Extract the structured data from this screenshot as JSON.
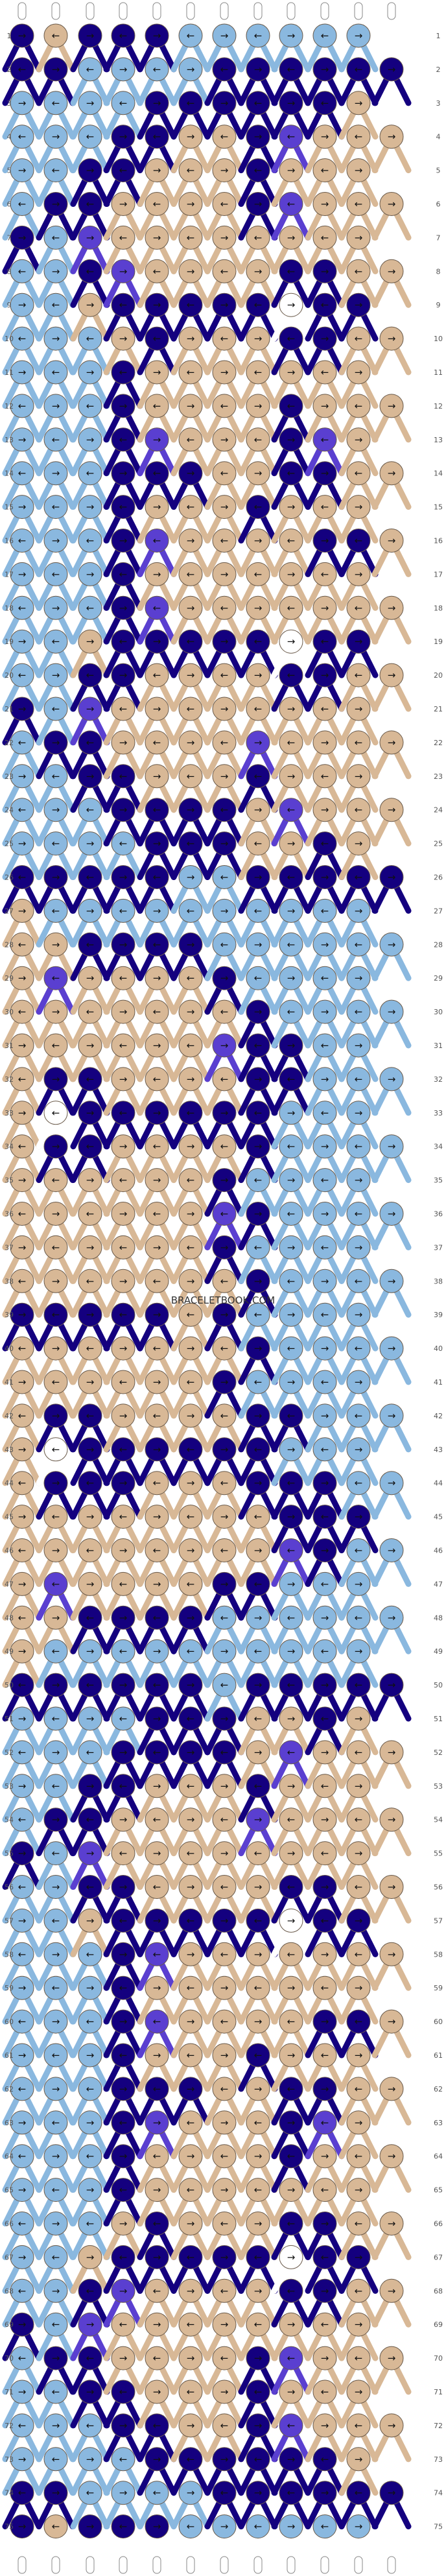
{
  "watermark": "BRACELETBOOK.COM",
  "pattern": {
    "type": "alpha-style friendship bracelet pattern",
    "strings": 12,
    "knot_rows": 75,
    "colors": {
      "tan": "#d8b896",
      "light_blue": "#8ab8df",
      "navy": "#14007f",
      "violet": "#5a3fd0",
      "white": "#ffffff"
    },
    "string_colors_top": [
      "tan",
      "navy",
      "tan",
      "navy",
      "navy",
      "navy",
      "light_blue",
      "light_blue",
      "light_blue",
      "light_blue",
      "light_blue",
      "light_blue"
    ],
    "row_labels": [
      "1",
      "2",
      "3",
      "4",
      "5",
      "6",
      "7",
      "8",
      "9",
      "10",
      "11",
      "12",
      "13",
      "14",
      "15",
      "16",
      "17",
      "18",
      "19",
      "20",
      "21",
      "22",
      "23",
      "24",
      "25",
      "26",
      "27",
      "28",
      "29",
      "30",
      "31",
      "32",
      "33",
      "34",
      "35",
      "36",
      "37",
      "38",
      "39",
      "40",
      "41",
      "42",
      "43",
      "44",
      "45",
      "46",
      "47",
      "48",
      "49",
      "50",
      "51",
      "52",
      "53",
      "54",
      "55",
      "56",
      "57",
      "58",
      "59",
      "60",
      "61",
      "62",
      "63",
      "64",
      "65",
      "66",
      "67",
      "68",
      "69",
      "70",
      "71",
      "72",
      "73",
      "74",
      "75"
    ],
    "row_colors": [
      [
        "navy",
        "tan",
        "navy",
        "navy",
        "navy",
        "light_blue",
        "light_blue",
        "light_blue",
        "light_blue",
        "light_blue",
        "light_blue"
      ],
      [
        "navy",
        "navy",
        "light_blue",
        "light_blue",
        "light_blue",
        "light_blue",
        "navy",
        "navy",
        "navy",
        "navy",
        "navy",
        "navy"
      ],
      [
        "light_blue",
        "light_blue",
        "light_blue",
        "light_blue",
        "navy",
        "navy",
        "navy",
        "navy",
        "navy",
        "navy",
        "tan"
      ],
      [
        "light_blue",
        "light_blue",
        "light_blue",
        "navy",
        "navy",
        "tan",
        "tan",
        "navy",
        "violet",
        "tan",
        "tan",
        "tan"
      ],
      [
        "light_blue",
        "light_blue",
        "navy",
        "navy",
        "tan",
        "tan",
        "tan",
        "navy",
        "tan",
        "tan",
        "tan"
      ],
      [
        "light_blue",
        "navy",
        "navy",
        "tan",
        "tan",
        "tan",
        "tan",
        "navy",
        "violet",
        "tan",
        "tan",
        "tan"
      ],
      [
        "navy",
        "light_blue",
        "violet",
        "tan",
        "tan",
        "tan",
        "tan",
        "tan",
        "tan",
        "tan",
        "tan"
      ],
      [
        "light_blue",
        "light_blue",
        "navy",
        "violet",
        "tan",
        "tan",
        "tan",
        "tan",
        "navy",
        "navy",
        "tan",
        "tan"
      ],
      [
        "light_blue",
        "light_blue",
        "tan",
        "navy",
        "navy",
        "navy",
        "navy",
        "navy",
        "white",
        "navy",
        "navy"
      ],
      [
        "light_blue",
        "light_blue",
        "light_blue",
        "tan",
        "navy",
        "tan",
        "tan",
        "tan",
        "navy",
        "navy",
        "tan",
        "tan"
      ],
      [
        "light_blue",
        "light_blue",
        "light_blue",
        "navy",
        "tan",
        "tan",
        "tan",
        "tan",
        "tan",
        "tan",
        "tan"
      ],
      [
        "light_blue",
        "light_blue",
        "light_blue",
        "navy",
        "tan",
        "tan",
        "tan",
        "tan",
        "navy",
        "tan",
        "tan",
        "tan"
      ],
      [
        "light_blue",
        "light_blue",
        "light_blue",
        "navy",
        "violet",
        "tan",
        "tan",
        "tan",
        "navy",
        "violet",
        "tan"
      ],
      [
        "light_blue",
        "light_blue",
        "light_blue",
        "navy",
        "navy",
        "navy",
        "tan",
        "tan",
        "navy",
        "navy",
        "tan",
        "tan"
      ],
      [
        "light_blue",
        "light_blue",
        "light_blue",
        "navy",
        "tan",
        "tan",
        "tan",
        "navy",
        "tan",
        "tan",
        "tan"
      ],
      [
        "light_blue",
        "light_blue",
        "light_blue",
        "navy",
        "violet",
        "tan",
        "tan",
        "tan",
        "tan",
        "navy",
        "navy",
        "tan"
      ],
      [
        "light_blue",
        "light_blue",
        "light_blue",
        "navy",
        "tan",
        "tan",
        "tan",
        "tan",
        "tan",
        "tan",
        "tan"
      ],
      [
        "light_blue",
        "light_blue",
        "light_blue",
        "navy",
        "violet",
        "tan",
        "tan",
        "tan",
        "tan",
        "tan",
        "tan",
        "tan"
      ],
      [
        "light_blue",
        "light_blue",
        "tan",
        "navy",
        "navy",
        "navy",
        "navy",
        "navy",
        "white",
        "navy",
        "navy"
      ],
      [
        "light_blue",
        "light_blue",
        "navy",
        "navy",
        "tan",
        "tan",
        "tan",
        "tan",
        "navy",
        "navy",
        "tan",
        "tan"
      ],
      [
        "navy",
        "light_blue",
        "violet",
        "tan",
        "tan",
        "tan",
        "tan",
        "tan",
        "tan",
        "tan",
        "tan"
      ],
      [
        "light_blue",
        "navy",
        "navy",
        "tan",
        "tan",
        "tan",
        "tan",
        "violet",
        "tan",
        "tan",
        "tan",
        "tan"
      ],
      [
        "light_blue",
        "light_blue",
        "navy",
        "navy",
        "tan",
        "tan",
        "tan",
        "navy",
        "tan",
        "tan",
        "tan"
      ],
      [
        "light_blue",
        "light_blue",
        "light_blue",
        "navy",
        "navy",
        "navy",
        "navy",
        "tan",
        "violet",
        "tan",
        "tan",
        "tan"
      ],
      [
        "light_blue",
        "light_blue",
        "light_blue",
        "light_blue",
        "navy",
        "navy",
        "navy",
        "tan",
        "tan",
        "navy",
        "tan"
      ],
      [
        "navy",
        "navy",
        "navy",
        "navy",
        "navy",
        "light_blue",
        "light_blue",
        "navy",
        "navy",
        "navy",
        "navy",
        "navy"
      ],
      [
        "tan",
        "light_blue",
        "light_blue",
        "light_blue",
        "light_blue",
        "light_blue",
        "light_blue",
        "light_blue",
        "light_blue",
        "light_blue",
        "light_blue"
      ],
      [
        "tan",
        "tan",
        "navy",
        "navy",
        "navy",
        "navy",
        "light_blue",
        "light_blue",
        "light_blue",
        "light_blue",
        "light_blue",
        "light_blue"
      ],
      [
        "tan",
        "violet",
        "tan",
        "tan",
        "tan",
        "tan",
        "navy",
        "light_blue",
        "light_blue",
        "light_blue",
        "light_blue"
      ],
      [
        "tan",
        "tan",
        "tan",
        "tan",
        "tan",
        "tan",
        "tan",
        "navy",
        "light_blue",
        "light_blue",
        "light_blue",
        "light_blue"
      ],
      [
        "tan",
        "tan",
        "tan",
        "tan",
        "tan",
        "tan",
        "violet",
        "navy",
        "navy",
        "light_blue",
        "light_blue"
      ],
      [
        "tan",
        "navy",
        "navy",
        "tan",
        "tan",
        "tan",
        "tan",
        "navy",
        "navy",
        "light_blue",
        "light_blue",
        "light_blue"
      ],
      [
        "tan",
        "white",
        "navy",
        "navy",
        "navy",
        "navy",
        "navy",
        "navy",
        "light_blue",
        "light_blue",
        "light_blue"
      ],
      [
        "tan",
        "navy",
        "navy",
        "tan",
        "tan",
        "tan",
        "tan",
        "navy",
        "light_blue",
        "light_blue",
        "light_blue",
        "light_blue"
      ],
      [
        "tan",
        "tan",
        "tan",
        "tan",
        "tan",
        "tan",
        "navy",
        "light_blue",
        "light_blue",
        "light_blue",
        "light_blue"
      ],
      [
        "tan",
        "tan",
        "tan",
        "tan",
        "tan",
        "tan",
        "violet",
        "navy",
        "light_blue",
        "light_blue",
        "light_blue",
        "light_blue"
      ],
      [
        "tan",
        "tan",
        "tan",
        "tan",
        "tan",
        "tan",
        "navy",
        "light_blue",
        "light_blue",
        "light_blue",
        "light_blue"
      ],
      [
        "tan",
        "tan",
        "tan",
        "tan",
        "tan",
        "tan",
        "tan",
        "navy",
        "light_blue",
        "light_blue",
        "light_blue",
        "light_blue"
      ],
      [
        "navy",
        "navy",
        "navy",
        "navy",
        "navy",
        "tan",
        "navy",
        "light_blue",
        "light_blue",
        "light_blue",
        "light_blue"
      ],
      [
        "tan",
        "tan",
        "tan",
        "tan",
        "tan",
        "tan",
        "tan",
        "navy",
        "light_blue",
        "light_blue",
        "light_blue",
        "light_blue"
      ],
      [
        "tan",
        "tan",
        "tan",
        "tan",
        "tan",
        "tan",
        "navy",
        "light_blue",
        "light_blue",
        "light_blue",
        "light_blue"
      ],
      [
        "tan",
        "navy",
        "navy",
        "tan",
        "tan",
        "tan",
        "tan",
        "navy",
        "navy",
        "light_blue",
        "light_blue",
        "light_blue"
      ],
      [
        "tan",
        "white",
        "navy",
        "navy",
        "navy",
        "navy",
        "navy",
        "navy",
        "light_blue",
        "light_blue",
        "light_blue"
      ],
      [
        "tan",
        "navy",
        "navy",
        "navy",
        "tan",
        "tan",
        "tan",
        "navy",
        "navy",
        "navy",
        "light_blue",
        "light_blue"
      ],
      [
        "tan",
        "tan",
        "tan",
        "tan",
        "tan",
        "tan",
        "tan",
        "tan",
        "navy",
        "navy",
        "navy"
      ],
      [
        "tan",
        "tan",
        "tan",
        "tan",
        "tan",
        "tan",
        "tan",
        "tan",
        "violet",
        "navy",
        "light_blue",
        "light_blue"
      ],
      [
        "tan",
        "violet",
        "tan",
        "tan",
        "tan",
        "tan",
        "navy",
        "navy",
        "light_blue",
        "light_blue",
        "light_blue"
      ],
      [
        "tan",
        "tan",
        "navy",
        "navy",
        "navy",
        "navy",
        "light_blue",
        "light_blue",
        "light_blue",
        "light_blue",
        "light_blue",
        "light_blue"
      ],
      [
        "tan",
        "light_blue",
        "light_blue",
        "light_blue",
        "light_blue",
        "light_blue",
        "light_blue",
        "light_blue",
        "light_blue",
        "light_blue",
        "light_blue"
      ],
      [
        "navy",
        "navy",
        "navy",
        "navy",
        "navy",
        "navy",
        "light_blue",
        "navy",
        "navy",
        "navy",
        "navy",
        "navy"
      ],
      [
        "light_blue",
        "light_blue",
        "light_blue",
        "light_blue",
        "navy",
        "navy",
        "navy",
        "tan",
        "tan",
        "navy",
        "tan"
      ],
      [
        "light_blue",
        "light_blue",
        "light_blue",
        "navy",
        "navy",
        "navy",
        "navy",
        "tan",
        "violet",
        "tan",
        "tan",
        "tan"
      ],
      [
        "light_blue",
        "light_blue",
        "navy",
        "navy",
        "tan",
        "tan",
        "tan",
        "navy",
        "tan",
        "tan",
        "tan"
      ],
      [
        "light_blue",
        "navy",
        "navy",
        "tan",
        "tan",
        "tan",
        "tan",
        "violet",
        "tan",
        "tan",
        "tan",
        "tan"
      ],
      [
        "navy",
        "light_blue",
        "violet",
        "tan",
        "tan",
        "tan",
        "tan",
        "tan",
        "tan",
        "tan",
        "tan"
      ],
      [
        "light_blue",
        "light_blue",
        "navy",
        "navy",
        "tan",
        "tan",
        "tan",
        "tan",
        "navy",
        "navy",
        "tan",
        "tan"
      ],
      [
        "light_blue",
        "light_blue",
        "tan",
        "navy",
        "navy",
        "navy",
        "navy",
        "navy",
        "white",
        "navy",
        "navy"
      ],
      [
        "light_blue",
        "light_blue",
        "light_blue",
        "navy",
        "violet",
        "tan",
        "tan",
        "tan",
        "tan",
        "tan",
        "tan",
        "tan"
      ],
      [
        "light_blue",
        "light_blue",
        "light_blue",
        "navy",
        "tan",
        "tan",
        "tan",
        "tan",
        "tan",
        "tan",
        "tan"
      ],
      [
        "light_blue",
        "light_blue",
        "light_blue",
        "navy",
        "violet",
        "tan",
        "tan",
        "tan",
        "tan",
        "navy",
        "navy",
        "tan"
      ],
      [
        "light_blue",
        "light_blue",
        "light_blue",
        "navy",
        "tan",
        "tan",
        "tan",
        "navy",
        "tan",
        "tan",
        "tan"
      ],
      [
        "light_blue",
        "light_blue",
        "light_blue",
        "navy",
        "navy",
        "navy",
        "tan",
        "tan",
        "navy",
        "navy",
        "tan",
        "tan"
      ],
      [
        "light_blue",
        "light_blue",
        "light_blue",
        "navy",
        "violet",
        "tan",
        "tan",
        "tan",
        "navy",
        "violet",
        "tan"
      ],
      [
        "light_blue",
        "light_blue",
        "light_blue",
        "navy",
        "tan",
        "tan",
        "tan",
        "tan",
        "navy",
        "tan",
        "tan",
        "tan"
      ],
      [
        "light_blue",
        "light_blue",
        "light_blue",
        "navy",
        "tan",
        "tan",
        "tan",
        "tan",
        "tan",
        "tan",
        "tan"
      ],
      [
        "light_blue",
        "light_blue",
        "light_blue",
        "tan",
        "navy",
        "tan",
        "tan",
        "tan",
        "navy",
        "navy",
        "tan",
        "tan"
      ],
      [
        "light_blue",
        "light_blue",
        "tan",
        "navy",
        "navy",
        "navy",
        "navy",
        "navy",
        "white",
        "navy",
        "navy"
      ],
      [
        "light_blue",
        "light_blue",
        "navy",
        "violet",
        "tan",
        "tan",
        "tan",
        "tan",
        "navy",
        "navy",
        "tan",
        "tan"
      ],
      [
        "navy",
        "light_blue",
        "violet",
        "tan",
        "tan",
        "tan",
        "tan",
        "tan",
        "tan",
        "tan",
        "tan"
      ],
      [
        "light_blue",
        "navy",
        "navy",
        "tan",
        "tan",
        "tan",
        "tan",
        "navy",
        "violet",
        "tan",
        "tan",
        "tan"
      ],
      [
        "light_blue",
        "light_blue",
        "navy",
        "navy",
        "tan",
        "tan",
        "tan",
        "navy",
        "tan",
        "tan",
        "tan"
      ],
      [
        "light_blue",
        "light_blue",
        "light_blue",
        "navy",
        "navy",
        "tan",
        "tan",
        "navy",
        "violet",
        "tan",
        "tan",
        "tan"
      ],
      [
        "light_blue",
        "light_blue",
        "light_blue",
        "light_blue",
        "navy",
        "navy",
        "navy",
        "navy",
        "navy",
        "navy",
        "tan"
      ],
      [
        "navy",
        "navy",
        "light_blue",
        "light_blue",
        "light_blue",
        "light_blue",
        "navy",
        "navy",
        "navy",
        "navy",
        "navy",
        "navy"
      ],
      [
        "navy",
        "tan",
        "navy",
        "navy",
        "navy",
        "light_blue",
        "light_blue",
        "light_blue",
        "light_blue",
        "light_blue",
        "light_blue"
      ]
    ]
  }
}
